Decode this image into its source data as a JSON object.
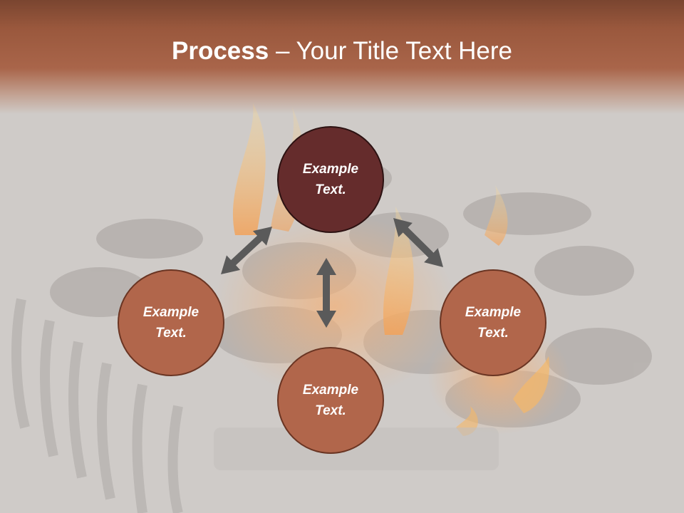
{
  "slide": {
    "title_bold": "Process",
    "title_rest": " – Your Title Text Here"
  },
  "nodes": [
    {
      "id": "top",
      "line1": "Example",
      "line2": "Text.",
      "style": "dark"
    },
    {
      "id": "left",
      "line1": "Example",
      "line2": "Text.",
      "style": "light"
    },
    {
      "id": "right",
      "line1": "Example",
      "line2": "Text.",
      "style": "light"
    },
    {
      "id": "bottom",
      "line1": "Example",
      "line2": "Text.",
      "style": "light"
    }
  ],
  "colors": {
    "header": "#a9654a",
    "node_dark": "#652c2c",
    "node_light": "#b1664b",
    "arrow": "#5a5a5a"
  }
}
